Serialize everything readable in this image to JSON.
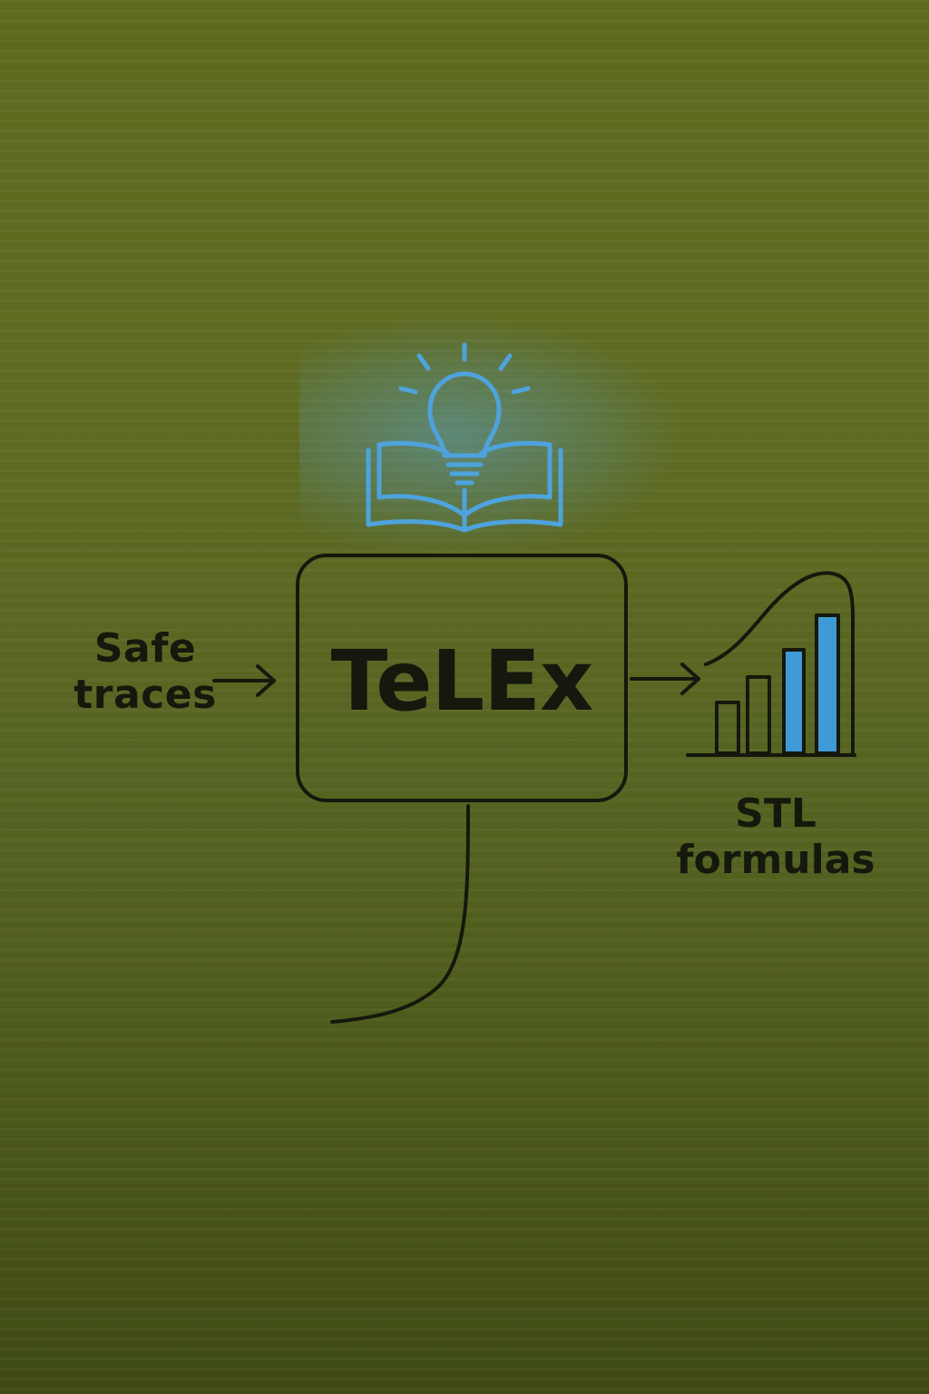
{
  "diagram": {
    "input_label": [
      "Safe",
      "traces"
    ],
    "core_label": "TeLEx",
    "output_label": [
      "STL",
      "formulas"
    ],
    "icons": {
      "top": "lightbulb-book-icon",
      "output": "bar-chart-curve-icon"
    },
    "colors": {
      "ink": "#15180c",
      "icon_blue": "#4ea3dd",
      "bar_blue": "#3f9bd8"
    }
  }
}
